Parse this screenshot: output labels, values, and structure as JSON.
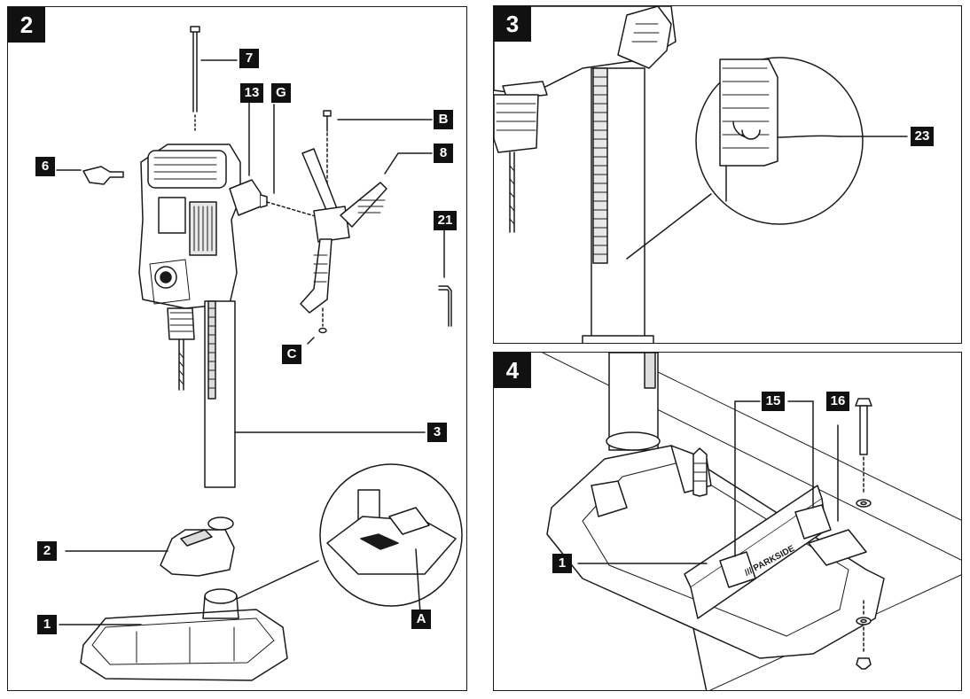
{
  "panels": [
    {
      "number": "2"
    },
    {
      "number": "3"
    },
    {
      "number": "4"
    }
  ],
  "p2": {
    "labels": {
      "l7": "7",
      "l13": "13",
      "lG": "G",
      "lB": "B",
      "l6": "6",
      "l8": "8",
      "l21": "21",
      "lC": "C",
      "l3": "3",
      "l2": "2",
      "lA": "A",
      "l1": "1"
    }
  },
  "p3": {
    "labels": {
      "l23": "23"
    }
  },
  "p4": {
    "labels": {
      "l15": "15",
      "l16": "16",
      "l1": "1"
    },
    "brand_text": "/// PARKSIDE"
  },
  "colors": {
    "line": "#1a1a1a",
    "label_bg": "#111111",
    "label_fg": "#ffffff"
  }
}
